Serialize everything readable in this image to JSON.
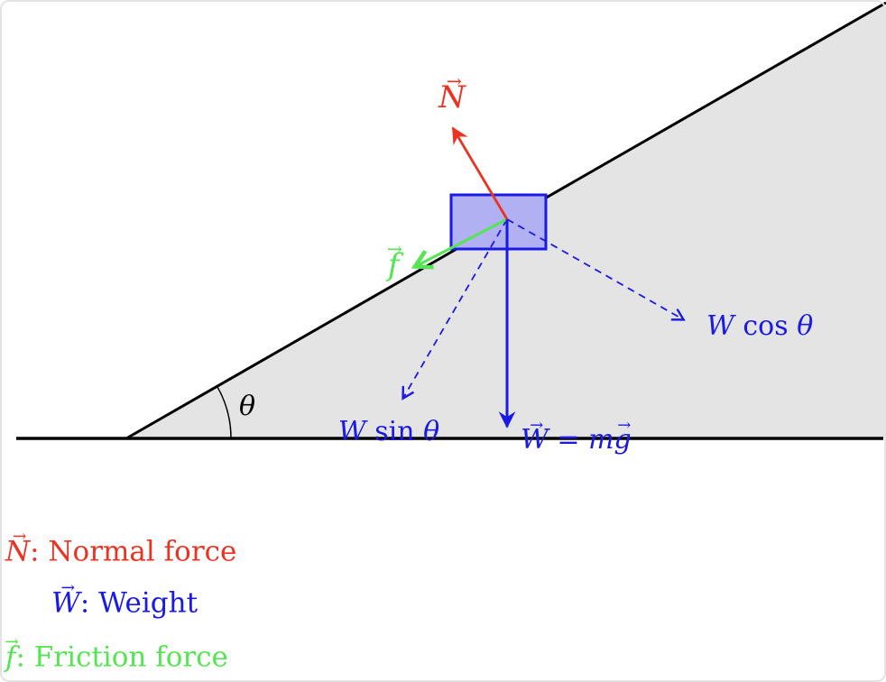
{
  "colors": {
    "red": "#eb3323",
    "blue": "#1a1ae6",
    "green": "#55e552",
    "blockFill": "#b0b0f2",
    "inclineFill": "#e4e4e4",
    "line": "#000000"
  },
  "diagram": {
    "labels": {
      "normal": {
        "segments": [
          {
            "t": "N",
            "i": true,
            "v": true
          }
        ]
      },
      "friction": {
        "segments": [
          {
            "t": "f",
            "i": true,
            "v": true
          }
        ]
      },
      "angle": {
        "segments": [
          {
            "t": "θ",
            "i": true
          }
        ]
      },
      "weight": {
        "segments": [
          {
            "t": "W",
            "i": true,
            "v": true
          },
          {
            "t": " = "
          },
          {
            "t": "m",
            "i": true
          },
          {
            "t": "g",
            "i": true,
            "v": true
          }
        ]
      },
      "weight_sin": {
        "segments": [
          {
            "t": "W",
            "i": true
          },
          {
            "t": " sin "
          },
          {
            "t": "θ",
            "i": true
          }
        ]
      },
      "weight_cos": {
        "segments": [
          {
            "t": "W",
            "i": true
          },
          {
            "t": " cos "
          },
          {
            "t": "θ",
            "i": true
          }
        ]
      }
    }
  },
  "legend": {
    "items": [
      {
        "color": "red",
        "segments": [
          {
            "t": "N",
            "i": true,
            "v": true
          },
          {
            "t": ": Normal force"
          }
        ]
      },
      {
        "color": "blue",
        "segments": [
          {
            "t": "W",
            "i": true,
            "v": true
          },
          {
            "t": ": Weight"
          }
        ]
      },
      {
        "color": "green",
        "segments": [
          {
            "t": "f",
            "i": true,
            "v": true
          },
          {
            "t": ": Friction force"
          }
        ]
      }
    ]
  }
}
